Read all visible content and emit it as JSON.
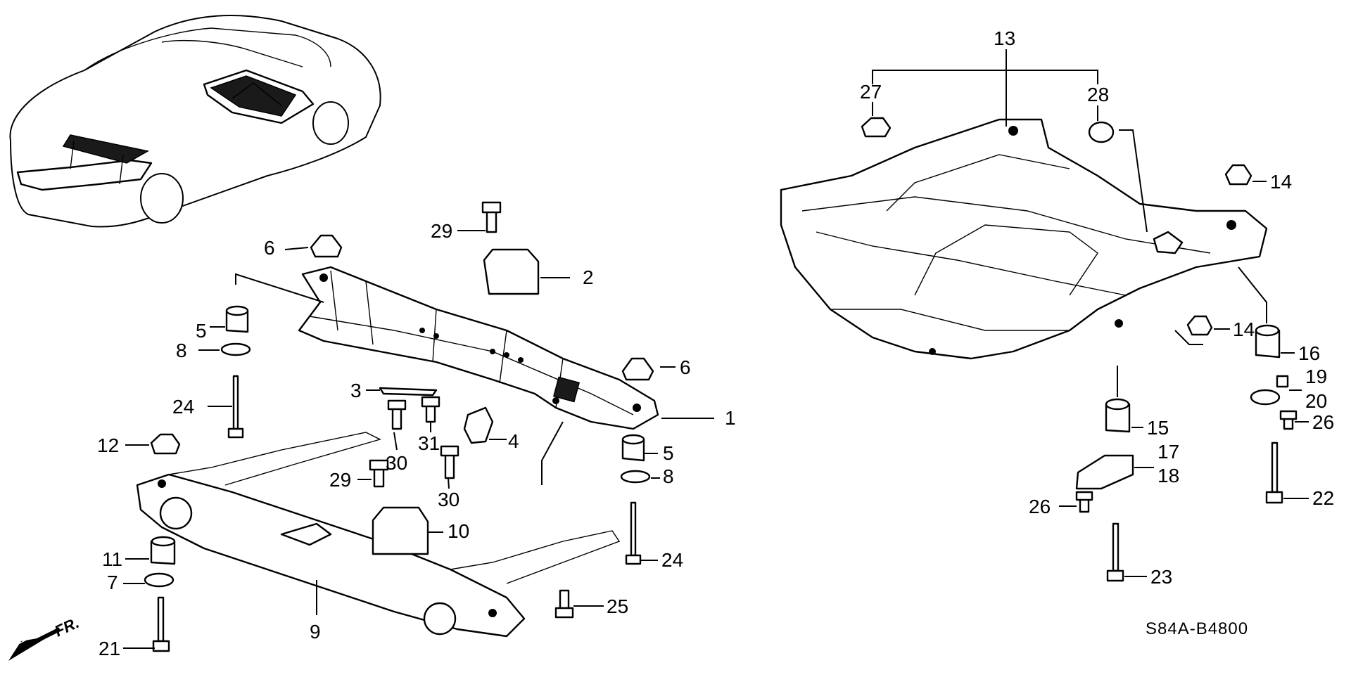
{
  "diagram": {
    "drawing_code": "S84A-B4800",
    "front_indicator": "FR.",
    "callouts": [
      "1",
      "2",
      "3",
      "4",
      "5",
      "5",
      "6",
      "6",
      "7",
      "8",
      "8",
      "9",
      "10",
      "11",
      "12",
      "13",
      "14",
      "14",
      "15",
      "16",
      "17",
      "18",
      "19",
      "20",
      "21",
      "22",
      "23",
      "24",
      "24",
      "25",
      "26",
      "26",
      "27",
      "28",
      "29",
      "29",
      "30",
      "30",
      "31"
    ]
  },
  "icons": {
    "front_arrow": "arrow-down-left-icon"
  }
}
